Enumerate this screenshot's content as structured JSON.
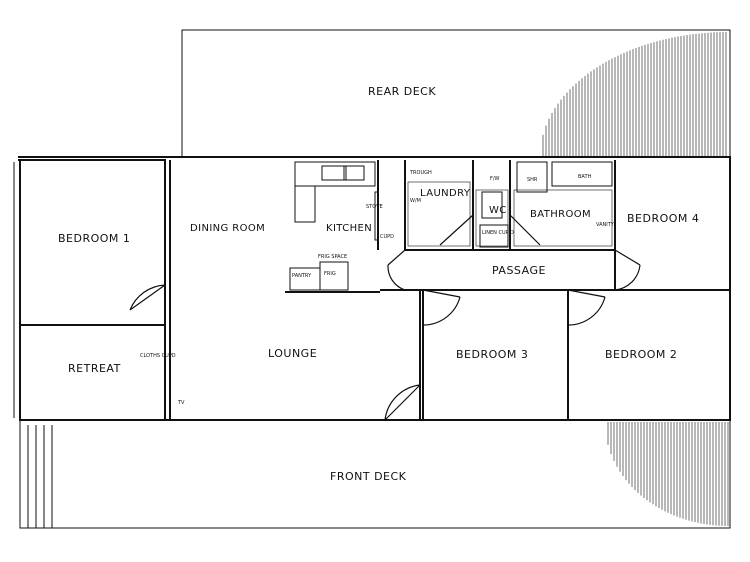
{
  "rooms": {
    "rear_deck": "REAR DECK",
    "bedroom_1": "BEDROOM 1",
    "dining_room": "DINING ROOM",
    "kitchen": "KITCHEN",
    "laundry": "LAUNDRY",
    "wc": "WC",
    "bathroom": "BATHROOM",
    "bedroom_4": "BEDROOM 4",
    "passage": "PASSAGE",
    "retreat": "RETREAT",
    "lounge": "LOUNGE",
    "bedroom_3": "BEDROOM 3",
    "bedroom_2": "BEDROOM 2",
    "front_deck": "FRONT DECK"
  },
  "fixtures": {
    "stove": "STOVE",
    "cupd": "CUPD",
    "pantry": "PANTRY",
    "frig": "FRIG",
    "frig_space": "FRIG SPACE",
    "trough": "TROUGH",
    "wm": "W/M",
    "fw": "F/W",
    "shr": "SHR",
    "bath": "BATH",
    "vanity": "VANITY",
    "linen_cupd": "LINEN CUP'D",
    "cloths_cupd": "CLOTHS CUPD",
    "tv": "TV"
  }
}
